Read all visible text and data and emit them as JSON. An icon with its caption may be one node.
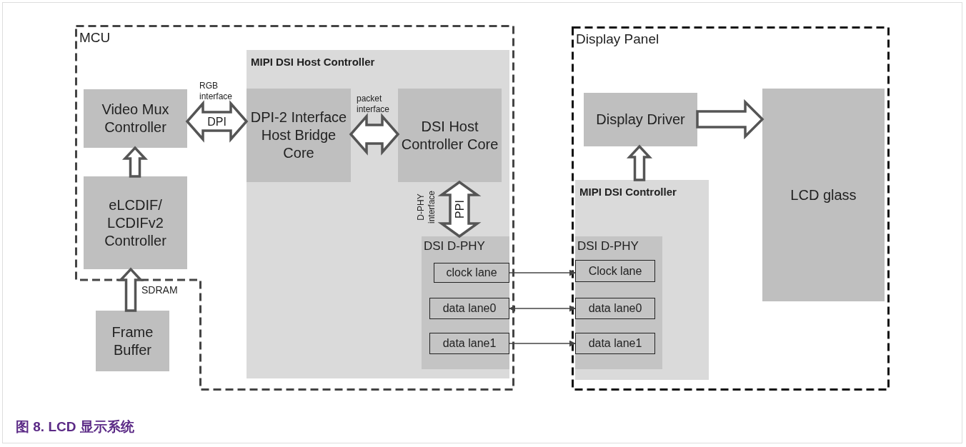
{
  "diagram": {
    "caption": "图 8. LCD 显示系统",
    "nodes": [
      {
        "text": [
          "MCU"
        ]
      },
      {
        "text": [
          "Video Mux Controller"
        ],
        "in": 0
      },
      {
        "text": [
          "eLCDIF/ LCDIFv2 Controller"
        ],
        "in": 0
      },
      {
        "text": [
          "Frame Buffer"
        ]
      },
      {
        "text": [
          "MIPI DSI Host Controller"
        ],
        "in": 0
      },
      {
        "text": [
          "DPI-2 Interface Host Bridge Core"
        ],
        "in": 4
      },
      {
        "text": [
          "DSI Host Controller Core"
        ],
        "in": 4
      },
      {
        "text": [
          "DSI D-PHY"
        ],
        "in": 4
      },
      {
        "text": [
          "clock lane"
        ],
        "in": 7
      },
      {
        "text": [
          "data lane0"
        ],
        "in": 7
      },
      {
        "text": [
          "data lane1"
        ],
        "in": 7
      },
      {
        "text": [
          "Display Panel"
        ]
      },
      {
        "text": [
          "Display Driver"
        ],
        "in": 11
      },
      {
        "text": [
          "MIPI DSI Controller"
        ],
        "in": 11
      },
      {
        "text": [
          "DSI D-PHY"
        ],
        "in": 13
      },
      {
        "text": [
          "Clock lane"
        ],
        "in": 14
      },
      {
        "text": [
          "data lane0"
        ],
        "in": 14
      },
      {
        "text": [
          "data lane1"
        ],
        "in": 14
      },
      {
        "text": [
          "LCD glass"
        ],
        "in": 11
      }
    ],
    "edges": [
      {
        "from": 1,
        "to": 5,
        "arrow": "both",
        "label": "DPI",
        "style": "thick"
      },
      {
        "from": 5,
        "to": 6,
        "arrow": "both",
        "style": "thick"
      },
      {
        "from": 6,
        "to": 7,
        "arrow": "both",
        "label": "PPI",
        "style": "thick"
      },
      {
        "from": 2,
        "to": 1,
        "arrow": "to",
        "style": "thick"
      },
      {
        "from": 3,
        "to": 2,
        "arrow": "to",
        "label": "SDRAM",
        "style": "thick"
      },
      {
        "from": 8,
        "to": 15,
        "arrow": "to"
      },
      {
        "from": 9,
        "to": 16,
        "arrow": "both"
      },
      {
        "from": 10,
        "to": 17,
        "arrow": "to"
      },
      {
        "from": 13,
        "to": 12,
        "arrow": "to",
        "style": "thick"
      },
      {
        "from": 12,
        "to": 18,
        "arrow": "to",
        "style": "thick"
      }
    ],
    "labels": [
      "RGB interface",
      "packet interface",
      "D-PHY interface"
    ]
  }
}
